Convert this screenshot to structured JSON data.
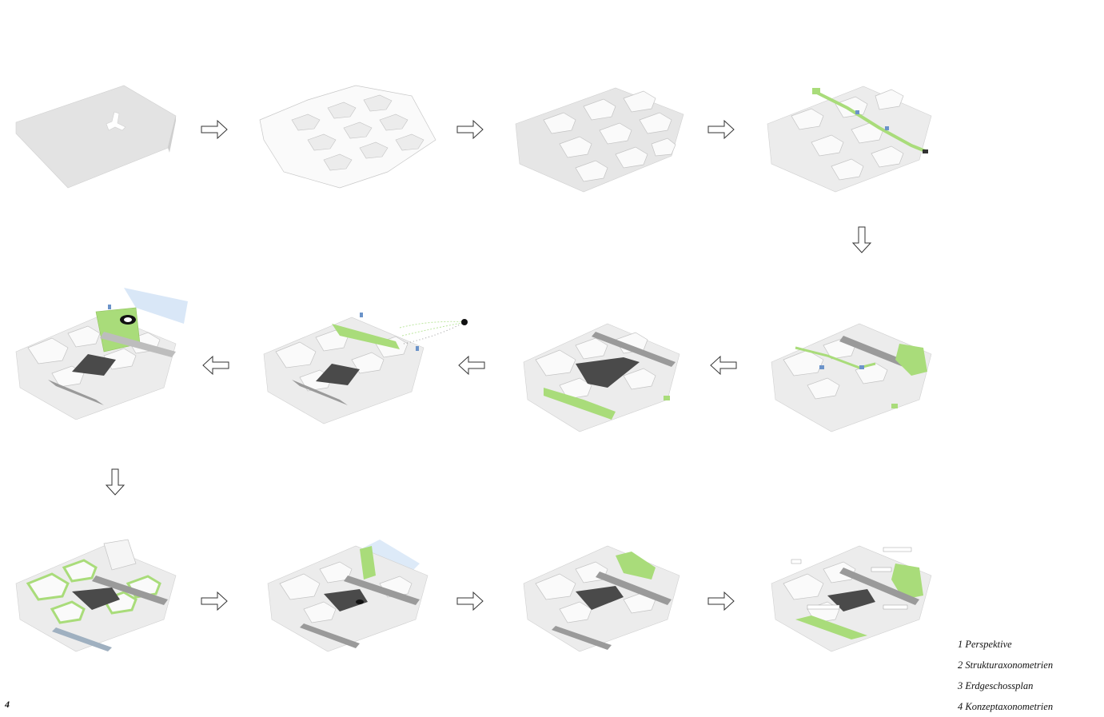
{
  "legend": {
    "items": [
      "1 Perspektive",
      "2 Strukturaxonometrien",
      "3 Erdgeschossplan",
      "4 Konzeptaxonometrien"
    ]
  },
  "page_number": "4",
  "colors": {
    "green": "#a9dc7a",
    "blue_accent": "#6b93c9",
    "dark_path": "#4a4a4a",
    "block_fill": "#fafafa",
    "plane_fill": "#e3e3e3",
    "arrow_stroke": "#333333"
  },
  "arrows": [
    {
      "name": "arrow-1-2",
      "direction": "right"
    },
    {
      "name": "arrow-2-3",
      "direction": "right"
    },
    {
      "name": "arrow-3-4",
      "direction": "right"
    },
    {
      "name": "arrow-4-5",
      "direction": "down"
    },
    {
      "name": "arrow-5-6",
      "direction": "left"
    },
    {
      "name": "arrow-6-7",
      "direction": "left"
    },
    {
      "name": "arrow-7-8",
      "direction": "left"
    },
    {
      "name": "arrow-8-9",
      "direction": "down"
    },
    {
      "name": "arrow-9-10",
      "direction": "right"
    },
    {
      "name": "arrow-10-11",
      "direction": "right"
    },
    {
      "name": "arrow-11-12",
      "direction": "right"
    }
  ],
  "panels": [
    {
      "name": "diagram-step-1",
      "variant": "plane"
    },
    {
      "name": "diagram-step-2",
      "variant": "lattice"
    },
    {
      "name": "diagram-step-3",
      "variant": "blocks"
    },
    {
      "name": "diagram-step-4",
      "variant": "blocks-path"
    },
    {
      "name": "diagram-step-5",
      "variant": "view-tower"
    },
    {
      "name": "diagram-step-6",
      "variant": "sound"
    },
    {
      "name": "diagram-step-7",
      "variant": "green-edge"
    },
    {
      "name": "diagram-step-8",
      "variant": "park"
    },
    {
      "name": "diagram-step-9",
      "variant": "green-roofs"
    },
    {
      "name": "diagram-step-10",
      "variant": "light"
    },
    {
      "name": "diagram-step-11",
      "variant": "green-corner"
    },
    {
      "name": "diagram-step-12",
      "variant": "labeled"
    }
  ]
}
